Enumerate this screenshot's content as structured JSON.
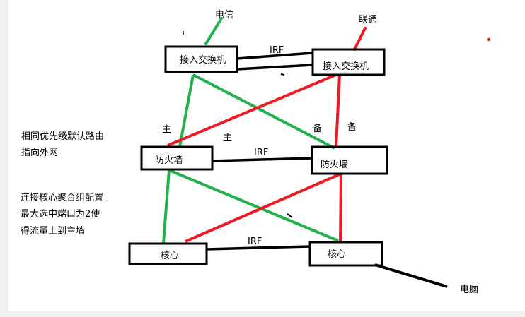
{
  "nodes": {
    "isp_telecom": "电信",
    "isp_unicom": "联通",
    "switch_left": "接入交换机",
    "switch_right": "接入交换机",
    "firewall_left": "防火墙",
    "firewall_right": "防火墙",
    "core_left": "核心",
    "core_right": "核心",
    "pc": "电脑"
  },
  "links": {
    "irf_top": "IRF",
    "irf_middle": "IRF",
    "irf_bottom": "IRF",
    "primary_1": "主",
    "primary_2": "主",
    "backup_1": "备",
    "backup_2": "备"
  },
  "notes": {
    "note1_line1": "相同优先级默认路由",
    "note1_line2": "指向外网",
    "note2_line1": "连接核心聚合组配置",
    "note2_line2": "最大选中端口为2使",
    "note2_line3": "得流量上到主墙"
  },
  "colors": {
    "primary": "#22b14c",
    "backup": "#ed1c24",
    "link": "#000000"
  }
}
